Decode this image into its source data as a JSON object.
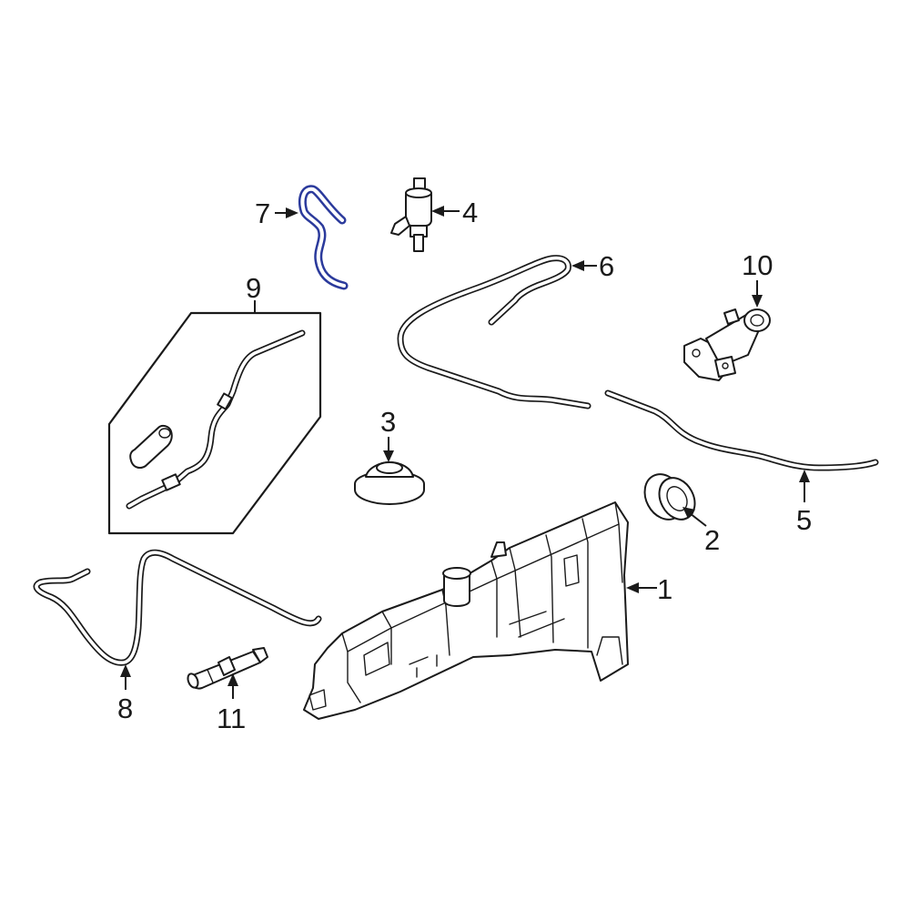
{
  "diagram": {
    "highlight_color": "#2b3a9c",
    "line_color": "#1a1a1a",
    "background": "#ffffff",
    "highlighted_part": "7",
    "callouts": [
      {
        "id": "c1",
        "label": "1"
      },
      {
        "id": "c2",
        "label": "2"
      },
      {
        "id": "c3",
        "label": "3"
      },
      {
        "id": "c4",
        "label": "4"
      },
      {
        "id": "c5",
        "label": "5"
      },
      {
        "id": "c6",
        "label": "6"
      },
      {
        "id": "c7",
        "label": "7"
      },
      {
        "id": "c8",
        "label": "8"
      },
      {
        "id": "c9",
        "label": "9"
      },
      {
        "id": "c10",
        "label": "10"
      },
      {
        "id": "c11",
        "label": "11"
      }
    ]
  }
}
